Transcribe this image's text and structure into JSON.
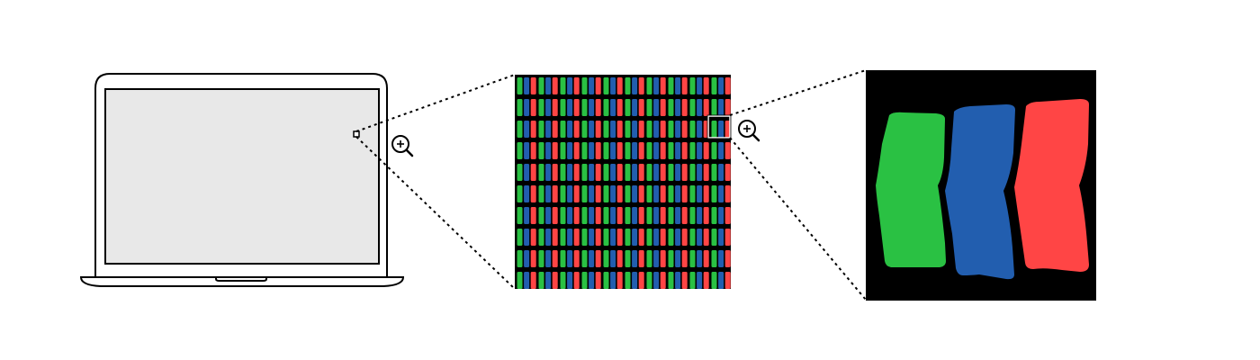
{
  "diagram": {
    "colors": {
      "background": "#ffffff",
      "outline": "#000000",
      "screen_fill": "#e8e8e8",
      "pixel_background": "#000000",
      "subpixel_green": "#2ac143",
      "subpixel_blue": "#225eaf",
      "subpixel_red": "#ff4545"
    },
    "nodes": [
      {
        "name": "laptop",
        "icon": "laptop-icon"
      },
      {
        "name": "magnify-step-1",
        "icon": "zoom-in-icon"
      },
      {
        "name": "subpixel-grid",
        "icon": "rgb-subpixel-grid"
      },
      {
        "name": "magnify-step-2",
        "icon": "zoom-in-icon"
      },
      {
        "name": "single-pixel",
        "icon": "rgb-subpixel-closeup"
      }
    ],
    "edges": [
      {
        "from": "laptop",
        "to": "subpixel-grid",
        "style": "dotted"
      },
      {
        "from": "subpixel-grid",
        "to": "single-pixel",
        "style": "dotted"
      }
    ],
    "subpixel_order": [
      "green",
      "blue",
      "red"
    ]
  }
}
